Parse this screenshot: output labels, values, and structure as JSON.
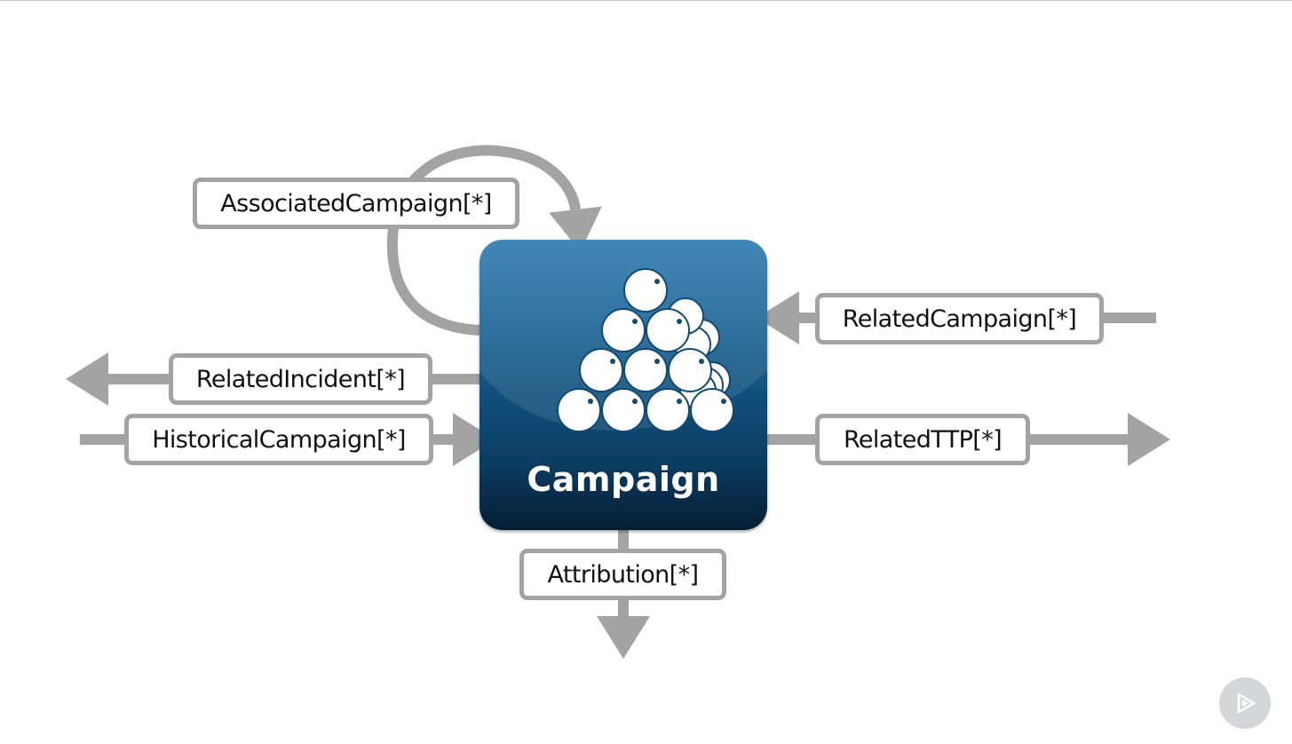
{
  "diagram": {
    "central_node": {
      "title": "Campaign",
      "icon": "stacked-balls-icon"
    },
    "relationships": [
      {
        "label": "AssociatedCampaign[*]",
        "direction": "self-loop"
      },
      {
        "label": "RelatedCampaign[*]",
        "direction": "incoming"
      },
      {
        "label": "RelatedIncident[*]",
        "direction": "outgoing"
      },
      {
        "label": "HistoricalCampaign[*]",
        "direction": "incoming"
      },
      {
        "label": "RelatedTTP[*]",
        "direction": "outgoing"
      },
      {
        "label": "Attribution[*]",
        "direction": "outgoing"
      }
    ]
  },
  "player": {
    "icon": "play-icon"
  },
  "colors": {
    "node_top": "#2b7bb0",
    "node_bottom": "#061e33",
    "connector": "#a3a3a3",
    "label_border": "#a3a3a3"
  }
}
